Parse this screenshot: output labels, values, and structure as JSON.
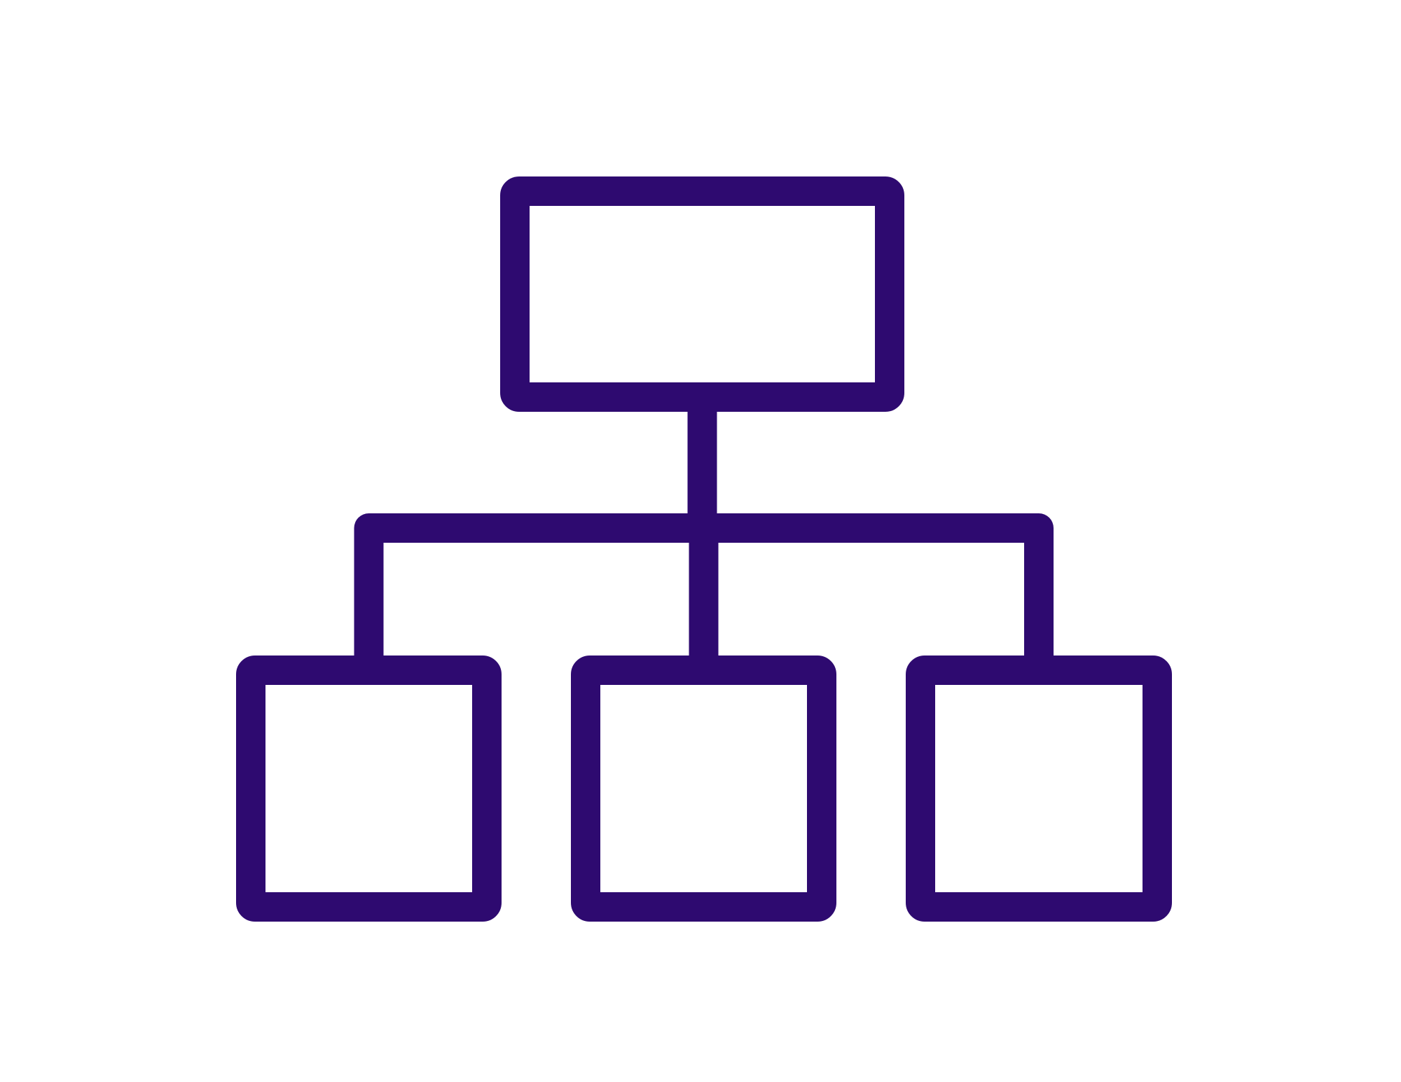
{
  "diagram": {
    "icon": "hierarchy-org-chart-icon",
    "stroke_color": "#2E0A70",
    "background_color": "#ffffff",
    "nodes": [
      {
        "id": "parent",
        "label": ""
      },
      {
        "id": "child-left",
        "label": ""
      },
      {
        "id": "child-center",
        "label": ""
      },
      {
        "id": "child-right",
        "label": ""
      }
    ],
    "edges": [
      {
        "from": "parent",
        "to": "child-left"
      },
      {
        "from": "parent",
        "to": "child-center"
      },
      {
        "from": "parent",
        "to": "child-right"
      }
    ]
  }
}
